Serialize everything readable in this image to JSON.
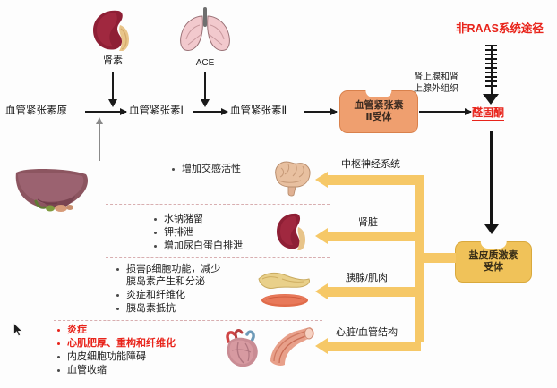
{
  "diagram": {
    "title_right": "非RAAS系统途径",
    "enzymes": {
      "renin_label": "肾素",
      "ace_label": "ACE"
    },
    "chain": {
      "angiotensinogen": "血管紧张素原",
      "angiotensin_1": "血管紧张素Ⅰ",
      "angiotensin_2": "血管紧张素Ⅱ",
      "at2_receptor": "血管紧张素\nⅡ受体",
      "at2_receptor_line1": "血管紧张素",
      "at2_receptor_line2": "Ⅱ受体",
      "adrenal_label_line1": "肾上腺和肾",
      "adrenal_label_line2": "上腺外组织",
      "aldosterone": "醛固酮",
      "mr_receptor_line1": "盐皮质激素",
      "mr_receptor_line2": "受体"
    },
    "branches": [
      {
        "label": "中枢神经系统",
        "organ": "brain"
      },
      {
        "label": "肾脏",
        "organ": "kidney"
      },
      {
        "label": "胰腺/肌肉",
        "organ": "pancreas"
      },
      {
        "label": "心脏/血管结构",
        "organ": "heart"
      }
    ],
    "effects": {
      "cns": [
        {
          "text": "增加交感活性",
          "highlight": false
        }
      ],
      "kidney": [
        {
          "text": "水钠潴留",
          "highlight": false
        },
        {
          "text": "钾排泄",
          "highlight": false
        },
        {
          "text": "增加尿白蛋白排泄",
          "highlight": false
        }
      ],
      "pancreas": [
        {
          "text": "损害β细胞功能，减少",
          "text2": "胰岛素产生和分泌",
          "highlight": false
        },
        {
          "text": "炎症和纤维化",
          "highlight": false
        },
        {
          "text": "胰岛素抵抗",
          "highlight": false
        }
      ],
      "heart": [
        {
          "text": "炎症",
          "highlight": true
        },
        {
          "text": "心肌肥厚、重构和纤维化",
          "highlight": true
        },
        {
          "text": "内皮细胞功能障碍",
          "highlight": false
        },
        {
          "text": "血管收缩",
          "highlight": false
        }
      ]
    },
    "colors": {
      "accent_red": "#e8241b",
      "receptor_orange": "#ef9f6f",
      "receptor_gold": "#f0c259",
      "bracket_orange": "#f6c867",
      "arrow_black": "#1a1a1a",
      "divider_pink": "#d8aeb0"
    }
  }
}
